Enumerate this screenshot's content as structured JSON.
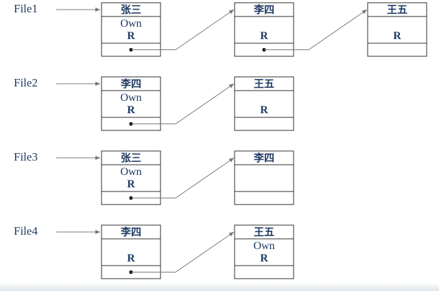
{
  "files": [
    {
      "label": "File1",
      "nodes": [
        {
          "user": "张三",
          "rights": [
            "Own",
            "R"
          ]
        },
        {
          "user": "李四",
          "rights": [
            "",
            "R"
          ]
        },
        {
          "user": "王五",
          "rights": [
            "",
            "R"
          ]
        }
      ]
    },
    {
      "label": "File2",
      "nodes": [
        {
          "user": "李四",
          "rights": [
            "Own",
            "R"
          ]
        },
        {
          "user": "王五",
          "rights": [
            "",
            "R"
          ]
        }
      ]
    },
    {
      "label": "File3",
      "nodes": [
        {
          "user": "张三",
          "rights": [
            "Own",
            "R"
          ]
        },
        {
          "user": "李四",
          "rights": [
            "",
            ""
          ]
        }
      ]
    },
    {
      "label": "File4",
      "nodes": [
        {
          "user": "李四",
          "rights": [
            "",
            "R"
          ]
        },
        {
          "user": "王五",
          "rights": [
            "Own",
            "R"
          ]
        }
      ]
    }
  ],
  "colors": {
    "text": "#1f3a63",
    "box_stroke": "#2b2b2b",
    "arrow": "#777777",
    "pointer_dot": "#111111"
  }
}
